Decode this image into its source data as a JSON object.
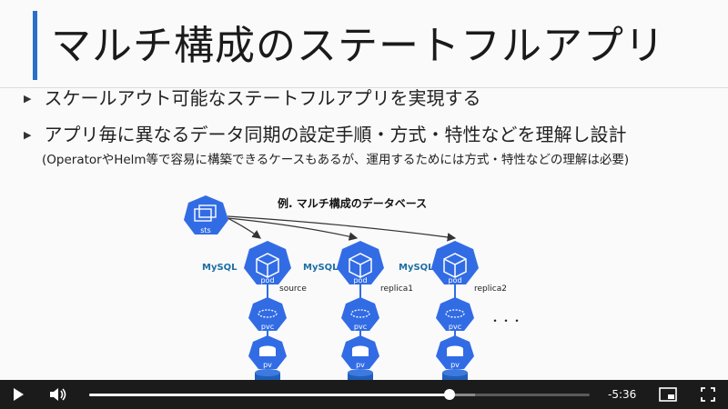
{
  "slide": {
    "title": "マルチ構成のステートフルアプリ",
    "bullets": [
      "スケールアウト可能なステートフルアプリを実現する",
      "アプリ毎に異なるデータ同期の設定手順・方式・特性などを理解し設計"
    ],
    "note": "(OperatorやHelm等で容易に構築できるケースもあるが、運用するためには方式・特性などの理解は必要)",
    "example_title": "例. マルチ構成のデータベース",
    "diagram": {
      "sts_label": "sts",
      "mysql_logo": "MySQL",
      "pod_label": "pod",
      "pvc_label": "pvc",
      "pv_label": "pv",
      "instances": [
        "source",
        "replica1",
        "replica2"
      ],
      "ellipsis": "・・・"
    }
  },
  "player": {
    "time_remaining": "-5:36",
    "progress_fraction": 0.72,
    "colors": {
      "bar": "#1b1b1b",
      "accent": "#ffffff",
      "k8s_blue": "#326ce5"
    }
  }
}
